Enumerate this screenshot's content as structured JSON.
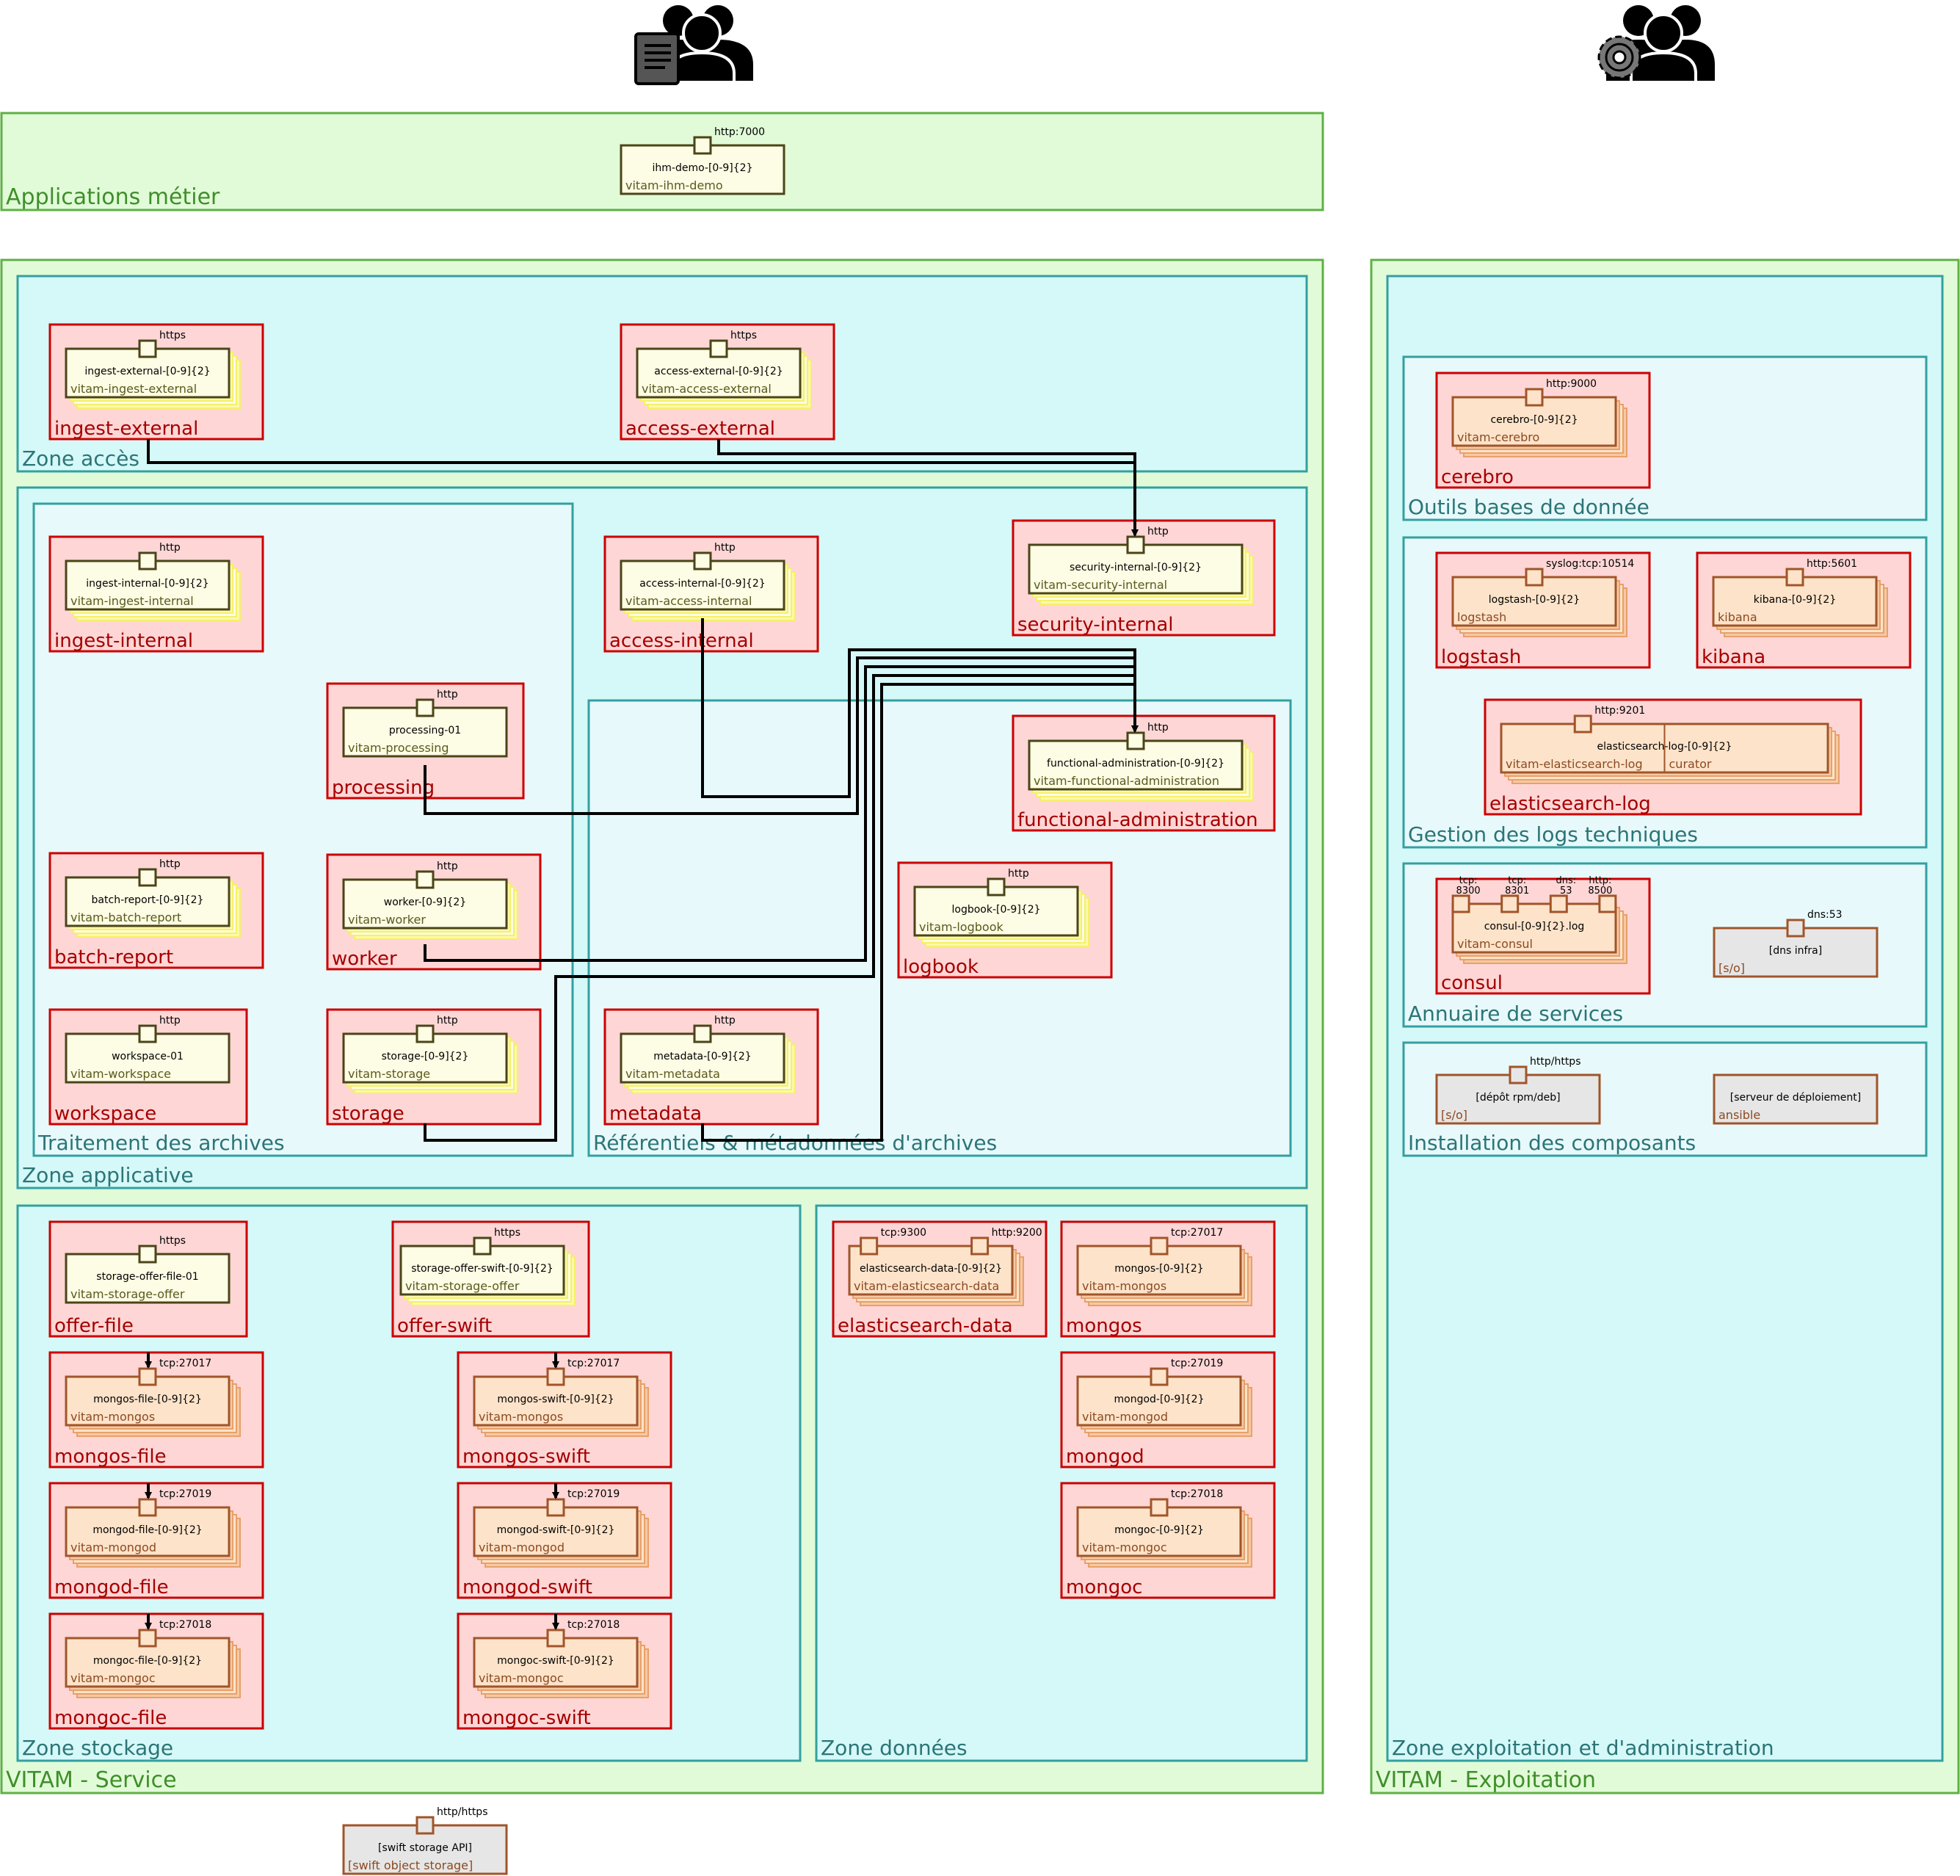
{
  "actors": {
    "business_users_icon": "users-with-document",
    "ops_users_icon": "users-with-gear"
  },
  "colors": {
    "business_zone_fill": "#e1fbd8",
    "business_zone_stroke": "#5fb044",
    "zone_fill": "#d5f8f8",
    "zone_stroke": "#33a0a0",
    "subzone_fill": "#e8f9fb",
    "host_fill": "#ffd6d6",
    "host_stroke": "#cc0000",
    "app_fill": "#fdfce4",
    "app_stroke": "#4a4519",
    "db_fill": "#fde3c9",
    "db_stroke": "#a0552a",
    "infra_fill": "#e6e6e6",
    "zone_label": "#2b7577",
    "top_label": "#3f8f2a",
    "host_label": "#a50000",
    "link": "#000000"
  },
  "zones": {
    "applications_metier": "Applications métier",
    "vitam_service": "VITAM - Service",
    "vitam_exploitation": "VITAM - Exploitation",
    "zone_acces": "Zone accès",
    "zone_applicative": "Zone applicative",
    "traitement_archives": "Traitement des archives",
    "referentiels": "Référentiels & métadonnées d'archives",
    "zone_stockage": "Zone stockage",
    "zone_donnees": "Zone données",
    "zone_exploitation": "Zone exploitation et d'administration",
    "outils_bdd": "Outils bases de donnée",
    "gestion_logs": "Gestion des logs techniques",
    "annuaire": "Annuaire de services",
    "installation": "Installation des composants"
  },
  "hosts": {
    "ingest_external": "ingest-external",
    "access_external": "access-external",
    "ingest_internal": "ingest-internal",
    "access_internal": "access-internal",
    "security_internal": "security-internal",
    "processing": "processing",
    "functional_administration": "functional-administration",
    "batch_report": "batch-report",
    "worker": "worker",
    "logbook": "logbook",
    "workspace": "workspace",
    "storage": "storage",
    "metadata": "metadata",
    "offer_file": "offer-file",
    "offer_swift": "offer-swift",
    "mongos_file": "mongos-file",
    "mongos_swift": "mongos-swift",
    "mongod_file": "mongod-file",
    "mongod_swift": "mongod-swift",
    "mongoc_file": "mongoc-file",
    "mongoc_swift": "mongoc-swift",
    "elasticsearch_data": "elasticsearch-data",
    "mongos": "mongos",
    "mongod": "mongod",
    "mongoc": "mongoc",
    "cerebro": "cerebro",
    "logstash": "logstash",
    "kibana": "kibana",
    "elasticsearch_log": "elasticsearch-log",
    "consul": "consul"
  },
  "components": {
    "ihm_demo": {
      "name": "ihm-demo-[0-9]{2}",
      "service": "vitam-ihm-demo",
      "port": "http:7000"
    },
    "ingest_external": {
      "name": "ingest-external-[0-9]{2}",
      "service": "vitam-ingest-external",
      "port": "https"
    },
    "access_external": {
      "name": "access-external-[0-9]{2}",
      "service": "vitam-access-external",
      "port": "https"
    },
    "ingest_internal": {
      "name": "ingest-internal-[0-9]{2}",
      "service": "vitam-ingest-internal",
      "port": "http"
    },
    "access_internal": {
      "name": "access-internal-[0-9]{2}",
      "service": "vitam-access-internal",
      "port": "http"
    },
    "security_internal": {
      "name": "security-internal-[0-9]{2}",
      "service": "vitam-security-internal",
      "port": "http"
    },
    "processing": {
      "name": "processing-01",
      "service": "vitam-processing",
      "port": "http"
    },
    "functional_administration": {
      "name": "functional-administration-[0-9]{2}",
      "service": "vitam-functional-administration",
      "port": "http"
    },
    "batch_report": {
      "name": "batch-report-[0-9]{2}",
      "service": "vitam-batch-report",
      "port": "http"
    },
    "worker": {
      "name": "worker-[0-9]{2}",
      "service": "vitam-worker",
      "port": "http"
    },
    "logbook": {
      "name": "logbook-[0-9]{2}",
      "service": "vitam-logbook",
      "port": "http"
    },
    "workspace": {
      "name": "workspace-01",
      "service": "vitam-workspace",
      "port": "http"
    },
    "storage": {
      "name": "storage-[0-9]{2}",
      "service": "vitam-storage",
      "port": "http"
    },
    "metadata": {
      "name": "metadata-[0-9]{2}",
      "service": "vitam-metadata",
      "port": "http"
    },
    "storage_offer_file": {
      "name": "storage-offer-file-01",
      "service": "vitam-storage-offer",
      "port": "https"
    },
    "storage_offer_swift": {
      "name": "storage-offer-swift-[0-9]{2}",
      "service": "vitam-storage-offer",
      "port": "https"
    },
    "mongos_file": {
      "name": "mongos-file-[0-9]{2}",
      "service": "vitam-mongos",
      "port": "tcp:27017"
    },
    "mongos_swift": {
      "name": "mongos-swift-[0-9]{2}",
      "service": "vitam-mongos",
      "port": "tcp:27017"
    },
    "mongod_file": {
      "name": "mongod-file-[0-9]{2}",
      "service": "vitam-mongod",
      "port": "tcp:27019"
    },
    "mongod_swift": {
      "name": "mongod-swift-[0-9]{2}",
      "service": "vitam-mongod",
      "port": "tcp:27019"
    },
    "mongoc_file": {
      "name": "mongoc-file-[0-9]{2}",
      "service": "vitam-mongoc",
      "port": "tcp:27018"
    },
    "mongoc_swift": {
      "name": "mongoc-swift-[0-9]{2}",
      "service": "vitam-mongoc",
      "port": "tcp:27018"
    },
    "elasticsearch_data": {
      "name": "elasticsearch-data-[0-9]{2}",
      "service": "vitam-elasticsearch-data",
      "port1": "tcp:9300",
      "port2": "http:9200"
    },
    "mongos": {
      "name": "mongos-[0-9]{2}",
      "service": "vitam-mongos",
      "port": "tcp:27017"
    },
    "mongod": {
      "name": "mongod-[0-9]{2}",
      "service": "vitam-mongod",
      "port": "tcp:27019"
    },
    "mongoc": {
      "name": "mongoc-[0-9]{2}",
      "service": "vitam-mongoc",
      "port": "tcp:27018"
    },
    "cerebro": {
      "name": "cerebro-[0-9]{2}",
      "service": "vitam-cerebro",
      "port": "http:9000"
    },
    "logstash": {
      "name": "logstash-[0-9]{2}",
      "service": "logstash",
      "port": "syslog:tcp:10514"
    },
    "kibana": {
      "name": "kibana-[0-9]{2}",
      "service": "kibana",
      "port": "http:5601"
    },
    "elasticsearch_log": {
      "name": "elasticsearch-log-[0-9]{2}",
      "service": "vitam-elasticsearch-log",
      "service2": "curator",
      "port": "http:9201"
    },
    "consul": {
      "name": "consul-[0-9]{2}.log",
      "service": "vitam-consul",
      "ports": [
        "tcp:",
        "8300",
        "tcp:",
        "8301",
        "dns:",
        "53",
        "http:",
        "8500"
      ]
    },
    "dns_infra": {
      "name": "[dns infra]",
      "service": "[s/o]",
      "port": "dns:53"
    },
    "depot_rpm": {
      "name": "[dépôt rpm/deb]",
      "service": "[s/o]",
      "port": "http/https"
    },
    "serveur_deploiement": {
      "name": "[serveur de déploiement]",
      "service": "ansible"
    },
    "swift_api": {
      "name": "[swift storage API]",
      "service": "[swift object storage]",
      "port": "http/https"
    }
  }
}
